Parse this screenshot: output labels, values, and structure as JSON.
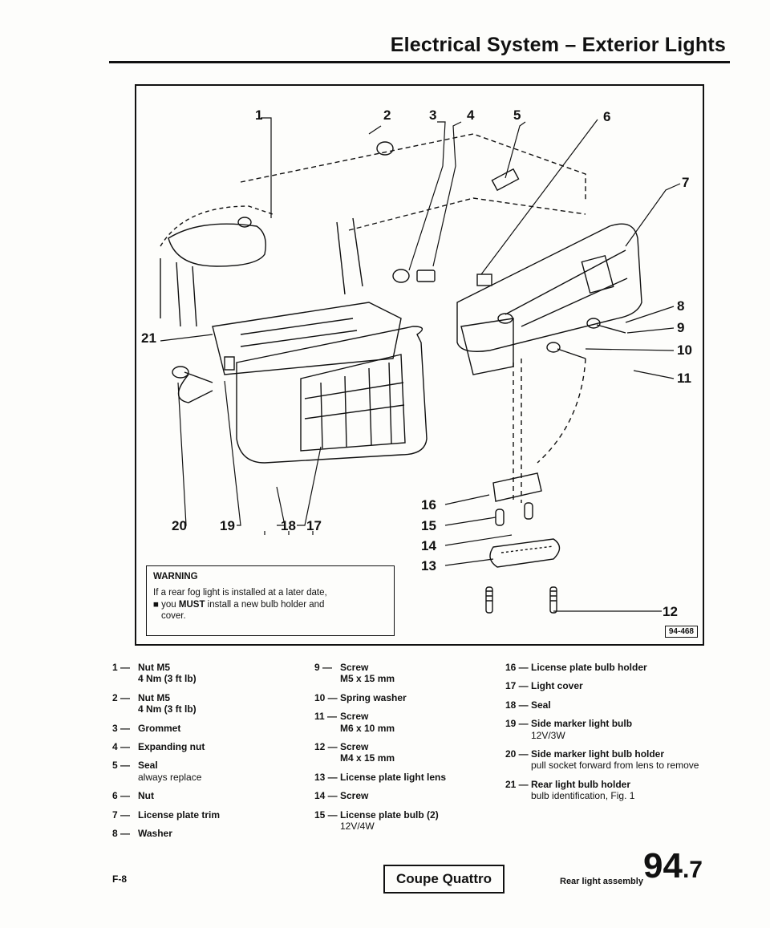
{
  "header": {
    "title": "Electrical System – Exterior Lights"
  },
  "figure": {
    "callouts": {
      "c1": "1",
      "c2": "2",
      "c3": "3",
      "c4": "4",
      "c5": "5",
      "c6": "6",
      "c7": "7",
      "c8": "8",
      "c9": "9",
      "c10": "10",
      "c11": "11",
      "c12": "12",
      "c13": "13",
      "c14": "14",
      "c15": "15",
      "c16": "16",
      "c17": "17",
      "c18": "18",
      "c19": "19",
      "c20": "20",
      "c21": "21"
    },
    "warning": {
      "title": "WARNING",
      "line1": "If a rear fog light is installed at a later date,",
      "bullet": "■",
      "line2_pre": " you ",
      "line2_must": "MUST",
      "line2_post": " install a new bulb holder and",
      "line3": "cover."
    },
    "id": "94-468"
  },
  "legend": {
    "col1": [
      {
        "num": "1 —",
        "label": "Nut M5",
        "detail": "4 Nm (3 ft lb)"
      },
      {
        "num": "2 —",
        "label": "Nut M5",
        "detail": "4 Nm (3 ft lb)"
      },
      {
        "num": "3 —",
        "label": "Grommet",
        "detail": ""
      },
      {
        "num": "4 —",
        "label": "Expanding nut",
        "detail": ""
      },
      {
        "num": "5 —",
        "label": "Seal",
        "detail": "always replace"
      },
      {
        "num": "6 —",
        "label": "Nut",
        "detail": ""
      },
      {
        "num": "7 —",
        "label": "License plate trim",
        "detail": ""
      },
      {
        "num": "8 —",
        "label": "Washer",
        "detail": ""
      }
    ],
    "col2": [
      {
        "num": "9 —",
        "label": "Screw",
        "detail": "M5 x 15 mm"
      },
      {
        "num": "10 —",
        "label": "Spring washer",
        "detail": ""
      },
      {
        "num": "11 —",
        "label": "Screw",
        "detail": "M6 x 10 mm"
      },
      {
        "num": "12 —",
        "label": "Screw",
        "detail": "M4 x 15 mm"
      },
      {
        "num": "13 —",
        "label": "License plate light lens",
        "detail": ""
      },
      {
        "num": "14 —",
        "label": "Screw",
        "detail": ""
      },
      {
        "num": "15 —",
        "label": "License plate bulb (2)",
        "detail": "12V/4W"
      }
    ],
    "col3": [
      {
        "num": "16 —",
        "label": "License plate bulb holder",
        "detail": ""
      },
      {
        "num": "17 —",
        "label": "Light cover",
        "detail": ""
      },
      {
        "num": "18 —",
        "label": "Seal",
        "detail": ""
      },
      {
        "num": "19 —",
        "label": "Side marker light bulb",
        "detail": "12V/3W"
      },
      {
        "num": "20 —",
        "label": "Side marker light bulb holder",
        "detail": "pull socket forward from lens to remove"
      },
      {
        "num": "21 —",
        "label": "Rear light bulb holder",
        "detail": "bulb identification, Fig. 1"
      }
    ]
  },
  "footer": {
    "page_code": "F-8",
    "model_box": "Coupe Quattro",
    "caption": "Rear light assembly",
    "section_major": "94",
    "section_minor": ".7"
  }
}
